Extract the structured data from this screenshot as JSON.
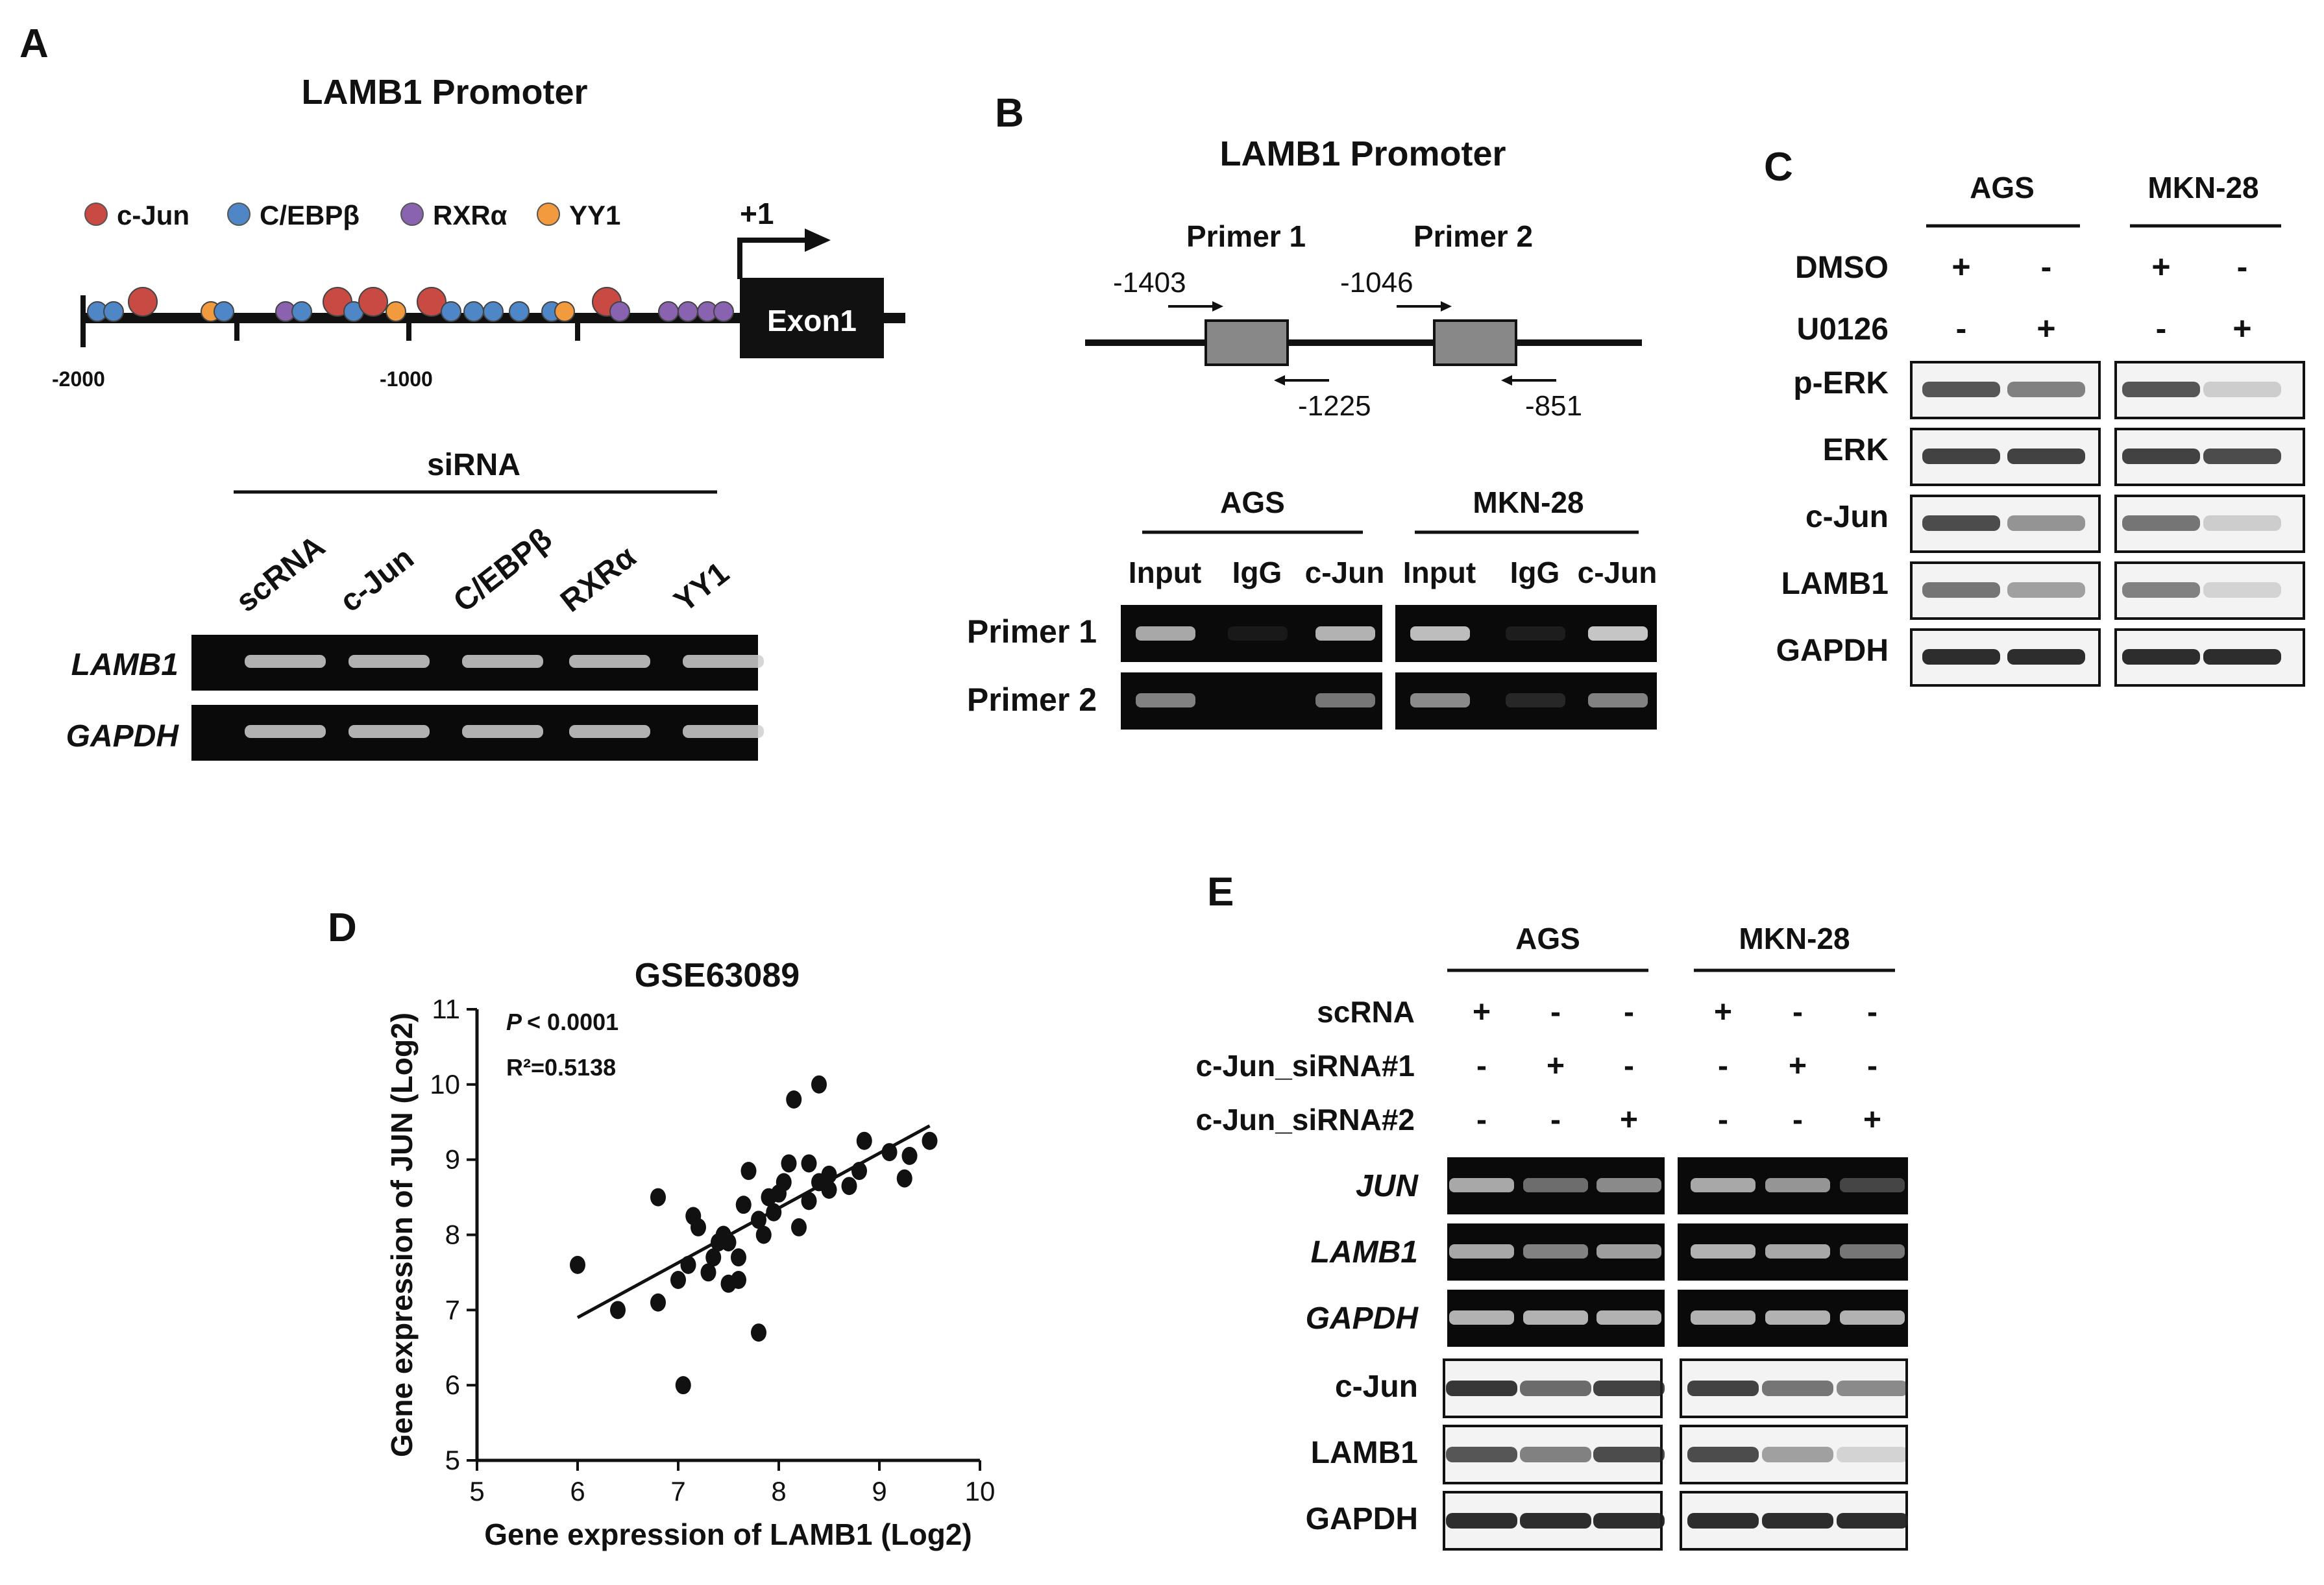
{
  "panels": {
    "A": {
      "letter": "A",
      "title": "LAMB1 Promoter",
      "legend": [
        {
          "label": "c-Jun",
          "color": "#c94a43"
        },
        {
          "label": "C/EBPβ",
          "color": "#4f86c6"
        },
        {
          "label": "RXRα",
          "color": "#8a63b0"
        },
        {
          "label": "YY1",
          "color": "#f19a3e"
        }
      ],
      "tss_label": "+1",
      "exon_label": "Exon1",
      "axis_labels": [
        "-2000",
        "-1000"
      ],
      "sirna_header": "siRNA",
      "lanes": [
        "scRNA",
        "c-Jun",
        "C/EBPβ",
        "RXRα",
        "YY1"
      ],
      "rows": [
        "LAMB1",
        "GAPDH"
      ]
    },
    "B": {
      "letter": "B",
      "title": "LAMB1 Promoter",
      "primer1": "Primer 1",
      "primer2": "Primer 2",
      "positions": [
        "-1403",
        "-1225",
        "-1046",
        "-851"
      ],
      "groups": [
        "AGS",
        "MKN-28"
      ],
      "lanes": [
        "Input",
        "IgG",
        "c-Jun"
      ],
      "rows": [
        "Primer 1",
        "Primer 2"
      ]
    },
    "C": {
      "letter": "C",
      "groups": [
        "AGS",
        "MKN-28"
      ],
      "treatments": [
        {
          "label": "DMSO",
          "signs": [
            "+",
            "-",
            "+",
            "-"
          ]
        },
        {
          "label": "U0126",
          "signs": [
            "-",
            "+",
            "-",
            "+"
          ]
        }
      ],
      "rows": [
        "p-ERK",
        "ERK",
        "c-Jun",
        "LAMB1",
        "GAPDH"
      ]
    },
    "D": {
      "letter": "D",
      "stat_p_label": "P",
      "stat_p_value": "< 0.0001",
      "stat_r2": "R²=0.5138"
    },
    "E": {
      "letter": "E",
      "groups": [
        "AGS",
        "MKN-28"
      ],
      "treatments": [
        {
          "label": "scRNA",
          "signs": [
            "+",
            "-",
            "-",
            "+",
            "-",
            "-"
          ]
        },
        {
          "label": "c-Jun_siRNA#1",
          "signs": [
            "-",
            "+",
            "-",
            "-",
            "+",
            "-"
          ]
        },
        {
          "label": "c-Jun_siRNA#2",
          "signs": [
            "-",
            "-",
            "+",
            "-",
            "-",
            "+"
          ]
        }
      ],
      "rna_rows": [
        "JUN",
        "LAMB1",
        "GAPDH"
      ],
      "protein_rows": [
        "c-Jun",
        "LAMB1",
        "GAPDH"
      ]
    }
  },
  "chart_data": {
    "type": "scatter",
    "title": "GSE63089",
    "xlabel": "Gene expression of LAMB1 (Log2)",
    "ylabel": "Gene expression of JUN (Log2)",
    "xlim": [
      5,
      10
    ],
    "ylim": [
      5,
      11
    ],
    "xticks": [
      "5",
      "6",
      "7",
      "8",
      "9",
      "10"
    ],
    "yticks": [
      "5",
      "6",
      "7",
      "8",
      "9",
      "10",
      "11"
    ],
    "points": [
      [
        6.0,
        7.6
      ],
      [
        6.4,
        7.0
      ],
      [
        6.8,
        7.1
      ],
      [
        6.8,
        8.5
      ],
      [
        7.0,
        7.4
      ],
      [
        7.05,
        6.0
      ],
      [
        7.1,
        7.6
      ],
      [
        7.15,
        8.25
      ],
      [
        7.2,
        8.1
      ],
      [
        7.3,
        7.5
      ],
      [
        7.35,
        7.7
      ],
      [
        7.4,
        7.9
      ],
      [
        7.45,
        8.0
      ],
      [
        7.5,
        7.9
      ],
      [
        7.5,
        7.35
      ],
      [
        7.6,
        7.4
      ],
      [
        7.6,
        7.7
      ],
      [
        7.65,
        8.4
      ],
      [
        7.7,
        8.85
      ],
      [
        7.8,
        8.2
      ],
      [
        7.8,
        6.7
      ],
      [
        7.85,
        8.0
      ],
      [
        7.9,
        8.5
      ],
      [
        7.95,
        8.3
      ],
      [
        8.0,
        8.55
      ],
      [
        8.05,
        8.7
      ],
      [
        8.1,
        8.95
      ],
      [
        8.15,
        9.8
      ],
      [
        8.2,
        8.1
      ],
      [
        8.3,
        8.95
      ],
      [
        8.3,
        8.45
      ],
      [
        8.4,
        10.0
      ],
      [
        8.4,
        8.7
      ],
      [
        8.5,
        8.6
      ],
      [
        8.5,
        8.8
      ],
      [
        8.7,
        8.65
      ],
      [
        8.8,
        8.85
      ],
      [
        8.85,
        9.25
      ],
      [
        9.1,
        9.1
      ],
      [
        9.25,
        8.75
      ],
      [
        9.3,
        9.05
      ],
      [
        9.5,
        9.25
      ]
    ],
    "fit_line": {
      "x": [
        6.0,
        9.5
      ],
      "y": [
        6.9,
        9.45
      ]
    },
    "grid": false
  }
}
